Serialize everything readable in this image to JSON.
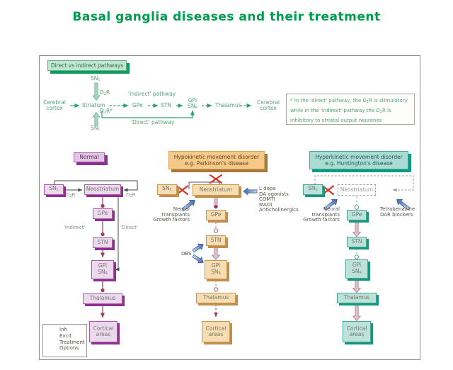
{
  "title": "Basal ganglia diseases and their treatment",
  "colors": {
    "title_green": "#009c4e",
    "pathway_green": "#2ba06a",
    "normal_purple": "#8d3191",
    "parkinsons_orange": "#c18e4e",
    "huntingtons_teal": "#16977e",
    "inhibition_maroon": "#9e3a5e",
    "treatment_blue": "#3c66a8",
    "lesion_red": "#d3352b"
  },
  "overview": {
    "header": "Direct vs indirect pathways",
    "cortex_left": "Cerebral cortex",
    "striatum": "Striatum",
    "gpe": "GPe",
    "stn": "STN",
    "gpi": "GPi",
    "sn": "SN",
    "sn_sub_r": "R",
    "thalamus": "Thalamus",
    "cortex_right": "Cerebral cortex",
    "snc": "SN",
    "snc_sub": "C",
    "d2r_pre": "D",
    "d2r_sub": "2",
    "d2r_post": "R",
    "d1r_pre": "D",
    "d1r_sub": "1",
    "d1r_post": "R*",
    "indirect": "'Indirect' pathway",
    "direct": "'Direct' pathway",
    "note_1": "* In the 'direct' pathway, the D",
    "note_sub1": "1",
    "note_2": "R is stimulatory while in the 'indirect' pathway the D",
    "note_sub2": "2",
    "note_3": "R is inhibitory to striatal output neurones"
  },
  "normal": {
    "header": "Normal",
    "snc": "SN",
    "snc_sub": "C",
    "d2r_pre": "D",
    "d2r_sub": "2",
    "d2r_post": "R",
    "d1r_pre": "D",
    "d1r_sub": "1",
    "d1r_post": "R",
    "neostriatum": "Neostriatum",
    "gpe": "GPe",
    "stn": "STN",
    "gpi": "GPi",
    "sn": "SN",
    "sn_sub_r": "R",
    "thalamus": "Thalamus",
    "cortical": "Cortical areas",
    "indirect": "'Indirect'",
    "direct": "'Direct'"
  },
  "parkinsons": {
    "header1": "Hypokinetic movement disorder",
    "header2": "e.g. Parkinson's disease",
    "snc": "SN",
    "snc_sub": "C",
    "neostriatum": "Neostriatum",
    "gpe": "GPe",
    "stn": "STN",
    "gpi": "GPi",
    "sn": "SN",
    "sn_sub_r": "R",
    "thalamus": "Thalamus",
    "cortical": "Cortical areas",
    "dbs": "DBS",
    "treatment_left": [
      "Neural transplants",
      "Growth factors"
    ],
    "treatment_right": [
      "L dopa",
      "DA agonists",
      "COMTI",
      "MAOI",
      "Anticholinergics"
    ]
  },
  "huntingtons": {
    "header1": "Hyperkinetic movement disorder",
    "header2": "e.g. Huntington's disease",
    "snc": "SN",
    "snc_sub": "C",
    "neostriatum": "Neostriatum",
    "gpe": "GPe",
    "stn": "STN",
    "gpi": "GPi",
    "sn": "SN",
    "sn_sub_r": "R",
    "thalamus": "Thalamus",
    "cortical": "Cortical areas",
    "treatment_left": [
      "Neural transplants",
      "Growth factors"
    ],
    "treatment_right": [
      "Tetrabenazine",
      "DAR blockers"
    ]
  },
  "legend": {
    "inh": "Inh",
    "excit": "Excit",
    "treatment_options": "Treatment Options"
  }
}
